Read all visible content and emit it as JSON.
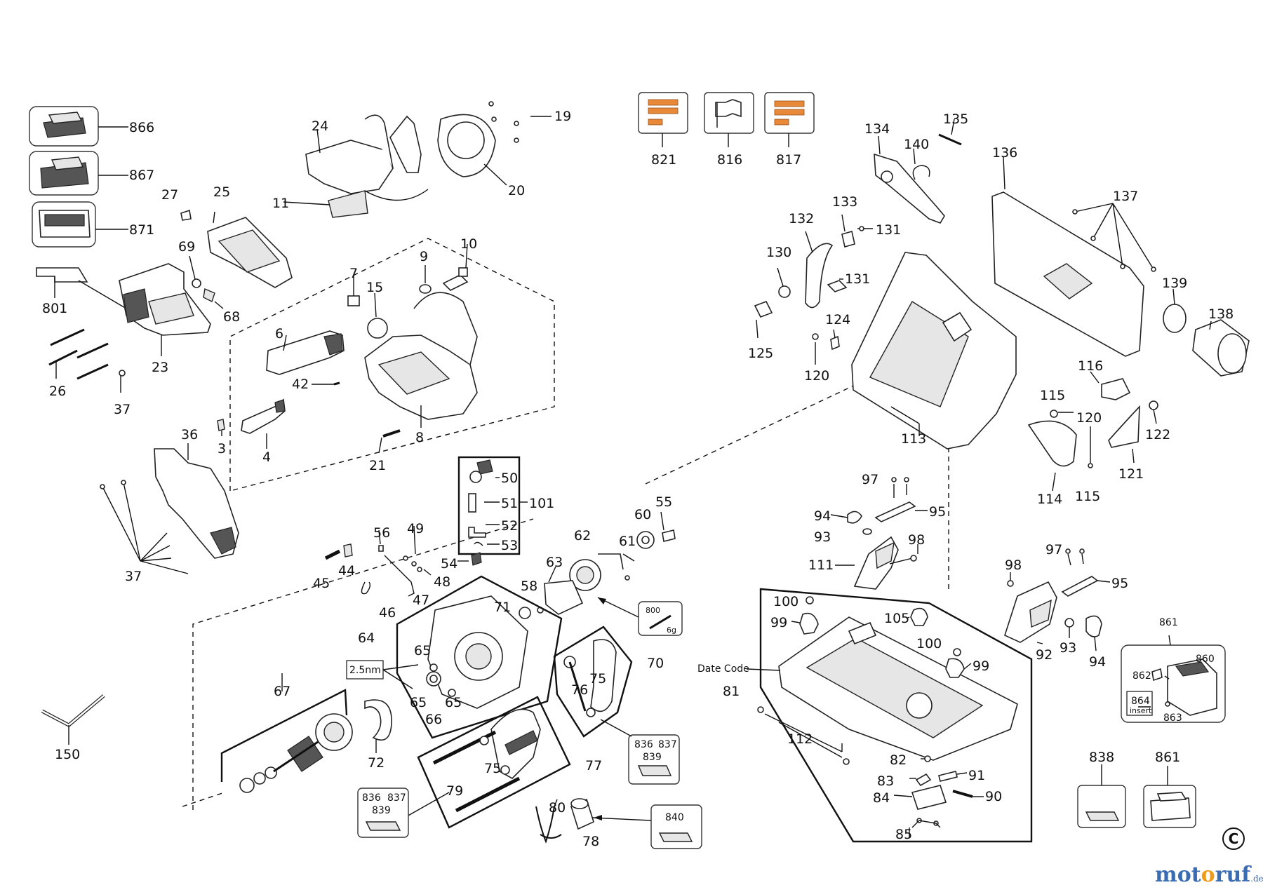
{
  "diagram": {
    "callouts": [
      {
        "id": "866",
        "text": "866"
      },
      {
        "id": "867",
        "text": "867"
      },
      {
        "id": "871",
        "text": "871"
      },
      {
        "id": "801",
        "text": "801"
      },
      {
        "id": "23",
        "text": "23"
      },
      {
        "id": "26",
        "text": "26"
      },
      {
        "id": "37a",
        "text": "37"
      },
      {
        "id": "37b",
        "text": "37"
      },
      {
        "id": "27",
        "text": "27"
      },
      {
        "id": "25",
        "text": "25"
      },
      {
        "id": "69",
        "text": "69"
      },
      {
        "id": "68",
        "text": "68"
      },
      {
        "id": "24",
        "text": "24"
      },
      {
        "id": "11",
        "text": "11"
      },
      {
        "id": "19",
        "text": "19"
      },
      {
        "id": "20",
        "text": "20"
      },
      {
        "id": "821",
        "text": "821"
      },
      {
        "id": "816",
        "text": "816"
      },
      {
        "id": "817",
        "text": "817"
      },
      {
        "id": "9",
        "text": "9"
      },
      {
        "id": "10",
        "text": "10"
      },
      {
        "id": "7",
        "text": "7"
      },
      {
        "id": "15",
        "text": "15"
      },
      {
        "id": "6",
        "text": "6"
      },
      {
        "id": "42",
        "text": "42"
      },
      {
        "id": "8",
        "text": "8"
      },
      {
        "id": "3",
        "text": "3"
      },
      {
        "id": "4",
        "text": "4"
      },
      {
        "id": "36",
        "text": "36"
      },
      {
        "id": "21",
        "text": "21"
      },
      {
        "id": "50",
        "text": "50"
      },
      {
        "id": "51",
        "text": "51"
      },
      {
        "id": "52",
        "text": "52"
      },
      {
        "id": "53",
        "text": "53"
      },
      {
        "id": "101",
        "text": "101"
      },
      {
        "id": "56",
        "text": "56"
      },
      {
        "id": "49",
        "text": "49"
      },
      {
        "id": "45",
        "text": "45"
      },
      {
        "id": "44",
        "text": "44"
      },
      {
        "id": "48",
        "text": "48"
      },
      {
        "id": "47",
        "text": "47"
      },
      {
        "id": "46",
        "text": "46"
      },
      {
        "id": "54",
        "text": "54"
      },
      {
        "id": "60",
        "text": "60"
      },
      {
        "id": "55",
        "text": "55"
      },
      {
        "id": "62",
        "text": "62"
      },
      {
        "id": "61",
        "text": "61"
      },
      {
        "id": "63",
        "text": "63"
      },
      {
        "id": "58",
        "text": "58"
      },
      {
        "id": "71",
        "text": "71"
      },
      {
        "id": "64",
        "text": "64"
      },
      {
        "id": "65a",
        "text": "65"
      },
      {
        "id": "65b",
        "text": "65"
      },
      {
        "id": "65c",
        "text": "65"
      },
      {
        "id": "66",
        "text": "66"
      },
      {
        "id": "70",
        "text": "70"
      },
      {
        "id": "76",
        "text": "76"
      },
      {
        "id": "75a",
        "text": "75"
      },
      {
        "id": "75b",
        "text": "75"
      },
      {
        "id": "67",
        "text": "67"
      },
      {
        "id": "72",
        "text": "72"
      },
      {
        "id": "77",
        "text": "77"
      },
      {
        "id": "79",
        "text": "79"
      },
      {
        "id": "80",
        "text": "80"
      },
      {
        "id": "78",
        "text": "78"
      },
      {
        "id": "150",
        "text": "150"
      },
      {
        "id": "134",
        "text": "134"
      },
      {
        "id": "135",
        "text": "135"
      },
      {
        "id": "140",
        "text": "140"
      },
      {
        "id": "136",
        "text": "136"
      },
      {
        "id": "137",
        "text": "137"
      },
      {
        "id": "133",
        "text": "133"
      },
      {
        "id": "131a",
        "text": "131"
      },
      {
        "id": "131b",
        "text": "131"
      },
      {
        "id": "132",
        "text": "132"
      },
      {
        "id": "130",
        "text": "130"
      },
      {
        "id": "125",
        "text": "125"
      },
      {
        "id": "124",
        "text": "124"
      },
      {
        "id": "120a",
        "text": "120"
      },
      {
        "id": "139",
        "text": "139"
      },
      {
        "id": "138",
        "text": "138"
      },
      {
        "id": "116",
        "text": "116"
      },
      {
        "id": "115a",
        "text": "115"
      },
      {
        "id": "120b",
        "text": "120"
      },
      {
        "id": "122",
        "text": "122"
      },
      {
        "id": "113",
        "text": "113"
      },
      {
        "id": "114",
        "text": "114"
      },
      {
        "id": "115b",
        "text": "115"
      },
      {
        "id": "121",
        "text": "121"
      },
      {
        "id": "97a",
        "text": "97"
      },
      {
        "id": "95a",
        "text": "95"
      },
      {
        "id": "94a",
        "text": "94"
      },
      {
        "id": "93a",
        "text": "93"
      },
      {
        "id": "98a",
        "text": "98"
      },
      {
        "id": "111",
        "text": "111"
      },
      {
        "id": "98b",
        "text": "98"
      },
      {
        "id": "97b",
        "text": "97"
      },
      {
        "id": "95b",
        "text": "95"
      },
      {
        "id": "92",
        "text": "92"
      },
      {
        "id": "93b",
        "text": "93"
      },
      {
        "id": "94b",
        "text": "94"
      },
      {
        "id": "100a",
        "text": "100"
      },
      {
        "id": "99a",
        "text": "99"
      },
      {
        "id": "105",
        "text": "105"
      },
      {
        "id": "100b",
        "text": "100"
      },
      {
        "id": "99b",
        "text": "99"
      },
      {
        "id": "81",
        "text": "81"
      },
      {
        "id": "112",
        "text": "112"
      },
      {
        "id": "82",
        "text": "82"
      },
      {
        "id": "83",
        "text": "83"
      },
      {
        "id": "91",
        "text": "91"
      },
      {
        "id": "90",
        "text": "90"
      },
      {
        "id": "84",
        "text": "84"
      },
      {
        "id": "85",
        "text": "85"
      },
      {
        "id": "861a",
        "text": "861"
      },
      {
        "id": "860",
        "text": "860"
      },
      {
        "id": "862",
        "text": "862"
      },
      {
        "id": "864",
        "text": "864"
      },
      {
        "id": "863",
        "text": "863"
      },
      {
        "id": "838",
        "text": "838"
      },
      {
        "id": "861b",
        "text": "861"
      }
    ],
    "notes": {
      "torque": "2.5nm",
      "grease_qty": "800",
      "grease_weight": "6g",
      "date_code": "Date Code",
      "insert": "insert",
      "kit_836": "836",
      "kit_837": "837",
      "kit_839": "839",
      "kit_840": "840"
    },
    "brand": {
      "mot": "mot",
      "o": "o",
      "ruf": "ruf",
      "domain": ".de"
    },
    "copyright_symbol": "C"
  }
}
